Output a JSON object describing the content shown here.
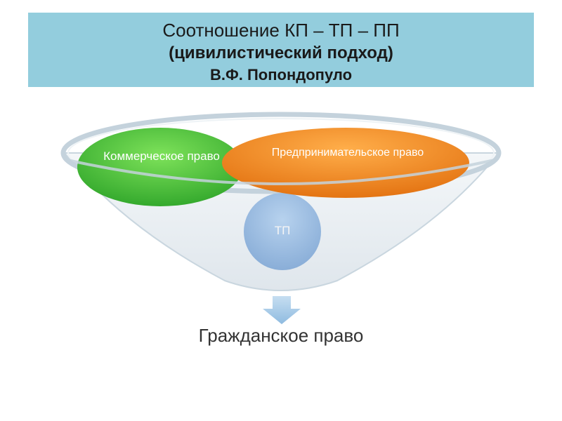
{
  "title": {
    "line1": "Соотношение КП – ТП – ПП",
    "line2": "(цивилистический подход)",
    "line3": "В.Ф. Попондопуло"
  },
  "nodes": {
    "kp": "Коммерческое право",
    "pp": "Предпринимательское право",
    "tp": "ТП",
    "gp": "Гражданское право"
  },
  "colors": {
    "title_bg": "#93cddd",
    "kp": "#4cc63c",
    "pp": "#f08a1e",
    "tp": "#9bbde0",
    "arrow": "#a8cbe6",
    "funnel": "#e8eef3"
  }
}
